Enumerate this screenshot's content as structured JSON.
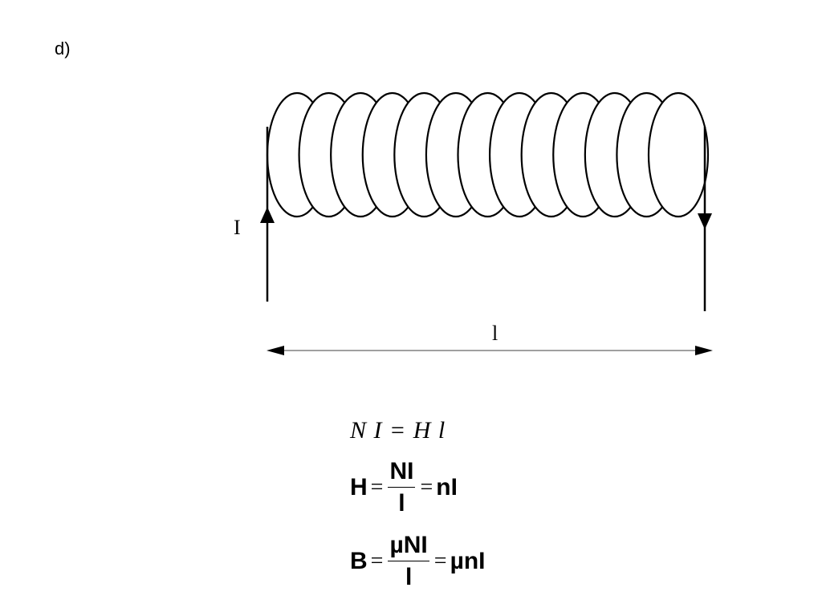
{
  "part_label": "d)",
  "diagram": {
    "current_label": "I",
    "length_label": "l",
    "turns": 13
  },
  "equations": {
    "eq1": "N I = H l",
    "eq2": {
      "lhs": "H",
      "eq_a": "=",
      "numerator": "NI",
      "denominator": "l",
      "eq_b": "=",
      "rhs": "nI"
    },
    "eq3": {
      "lhs": "B",
      "eq_a": "=",
      "numerator": "µNI",
      "denominator": "l",
      "eq_b": "=",
      "rhs": "µnI"
    }
  }
}
